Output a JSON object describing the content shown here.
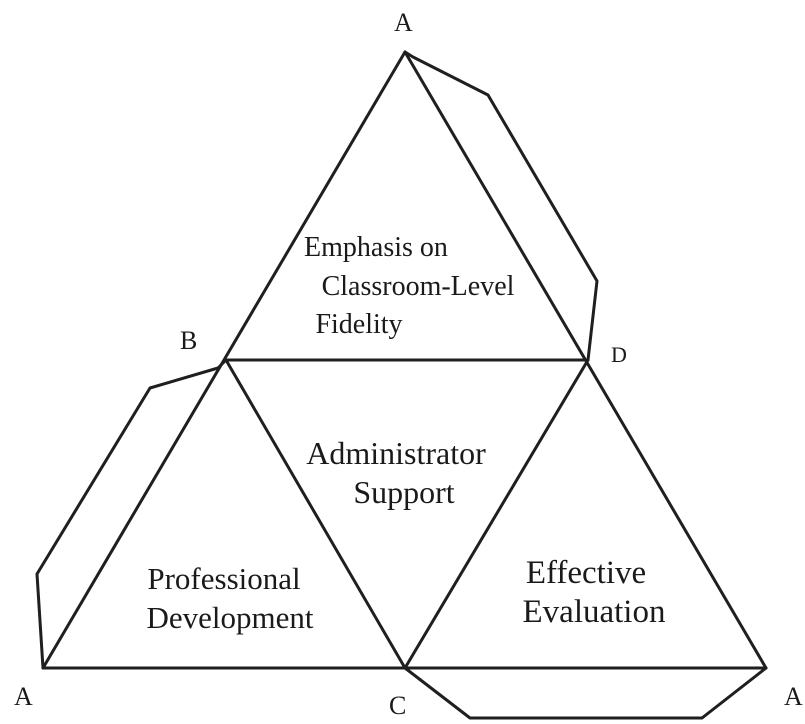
{
  "vertices": {
    "apex_top": "A",
    "left": "B",
    "right": "D",
    "bottom_center": "C",
    "bottom_left": "A",
    "bottom_right": "A"
  },
  "faces": {
    "top": {
      "lines": [
        "Emphasis on",
        "Classroom-Level",
        "Fidelity"
      ]
    },
    "center": {
      "lines": [
        "Administrator",
        "Support"
      ]
    },
    "bottom_left": {
      "lines": [
        "Professional",
        "Development"
      ]
    },
    "bottom_right": {
      "lines": [
        "Effective",
        "Evaluation"
      ]
    }
  },
  "colors": {
    "line": "#1f1f1f",
    "text": "#1a1a1a",
    "background": "#ffffff"
  }
}
